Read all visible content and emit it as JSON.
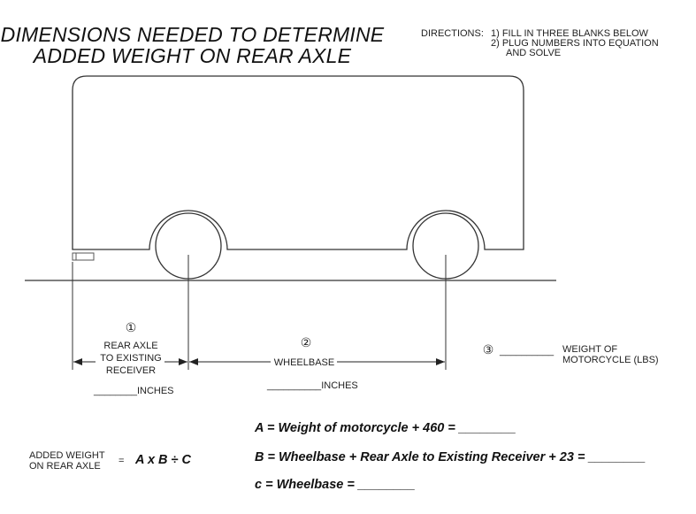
{
  "title": {
    "line1": "DIMENSIONS NEEDED TO DETERMINE",
    "line2": "ADDED WEIGHT ON REAR AXLE"
  },
  "directions": {
    "label": "DIRECTIONS:",
    "step1": "1)  FILL IN THREE BLANKS BELOW",
    "step2_a": "2)  PLUG NUMBERS INTO EQUATION",
    "step2_b": "AND SOLVE"
  },
  "dimensions": [
    {
      "marker": "①",
      "line1": "REAR AXLE",
      "line2": "TO EXISTING",
      "line3": "RECEIVER",
      "blank": "________",
      "unit": "INCHES"
    },
    {
      "marker": "②",
      "line1": "WHEELBASE",
      "blank": "__________",
      "unit": "INCHES"
    },
    {
      "marker": "③",
      "blank": "__________",
      "line1": "WEIGHT OF",
      "line2": "MOTORCYCLE (LBS)"
    }
  ],
  "formula": {
    "left_line1": "ADDED WEIGHT",
    "left_line2": "ON REAR AXLE",
    "equals": "=",
    "expression": "A x B ÷ C"
  },
  "equations": {
    "a": "A = Weight of motorcycle + 460 = ________",
    "b": "B = Wheelbase + Rear Axle to Existing Receiver + 23 = ________",
    "c": "c = Wheelbase = ________"
  }
}
